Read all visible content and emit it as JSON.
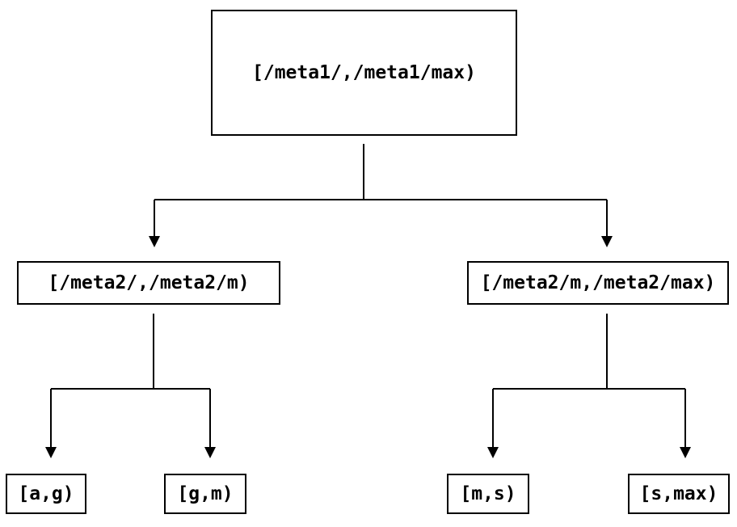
{
  "diagram": {
    "type": "tree",
    "background_color": "#ffffff",
    "stroke_color": "#000000",
    "nodes": {
      "root": {
        "label": "[/meta1/,/meta1/max)"
      },
      "meta2_low": {
        "label": "[/meta2/,/meta2/m)"
      },
      "meta2_high": {
        "label": "[/meta2/m,/meta2/max)"
      },
      "leaf_ag": {
        "label": "[a,g)"
      },
      "leaf_gm": {
        "label": "[g,m)"
      },
      "leaf_ms": {
        "label": "[m,s)"
      },
      "leaf_smax": {
        "label": "[s,max)"
      }
    },
    "edges": [
      {
        "from": "root",
        "to": "meta2_low"
      },
      {
        "from": "root",
        "to": "meta2_high"
      },
      {
        "from": "meta2_low",
        "to": "leaf_ag"
      },
      {
        "from": "meta2_low",
        "to": "leaf_gm"
      },
      {
        "from": "meta2_high",
        "to": "leaf_ms"
      },
      {
        "from": "meta2_high",
        "to": "leaf_smax"
      }
    ]
  }
}
